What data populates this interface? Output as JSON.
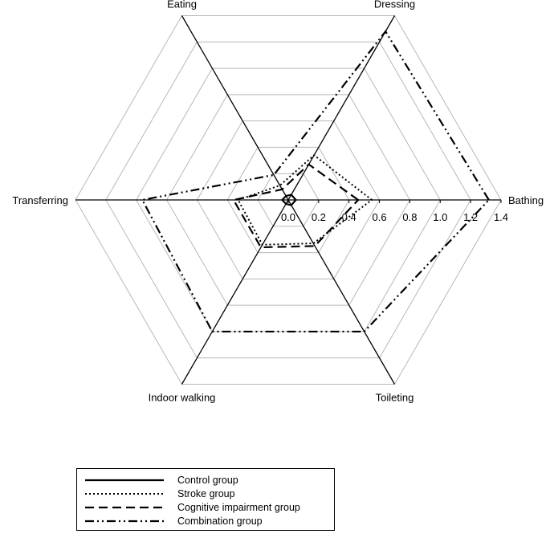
{
  "chart_data": {
    "type": "radar",
    "axes": [
      "Bathing",
      "Dressing",
      "Eating",
      "Transferring",
      "Indoor walking",
      "Toileting"
    ],
    "scale": {
      "min": 0.0,
      "max": 1.4,
      "step": 0.2
    },
    "tick_labels": [
      "0.0",
      "0.2",
      "0.4",
      "0.6",
      "0.8",
      "1.0",
      "1.2",
      "1.4"
    ],
    "grid": true,
    "legend_position": "bottom-left",
    "series": [
      {
        "name": "Control group",
        "values": [
          0.05,
          0.04,
          0.03,
          0.04,
          0.03,
          0.04
        ]
      },
      {
        "name": "Stroke group",
        "values": [
          0.55,
          0.34,
          0.11,
          0.33,
          0.34,
          0.33
        ]
      },
      {
        "name": "Cognitive impairment group",
        "values": [
          0.46,
          0.27,
          0.08,
          0.36,
          0.36,
          0.35
        ]
      },
      {
        "name": "Combination group",
        "values": [
          1.32,
          1.28,
          0.19,
          0.96,
          1.0,
          1.0
        ]
      }
    ],
    "series_styles": [
      "solid",
      "dotted",
      "dashed",
      "dash-dot-dot"
    ]
  }
}
